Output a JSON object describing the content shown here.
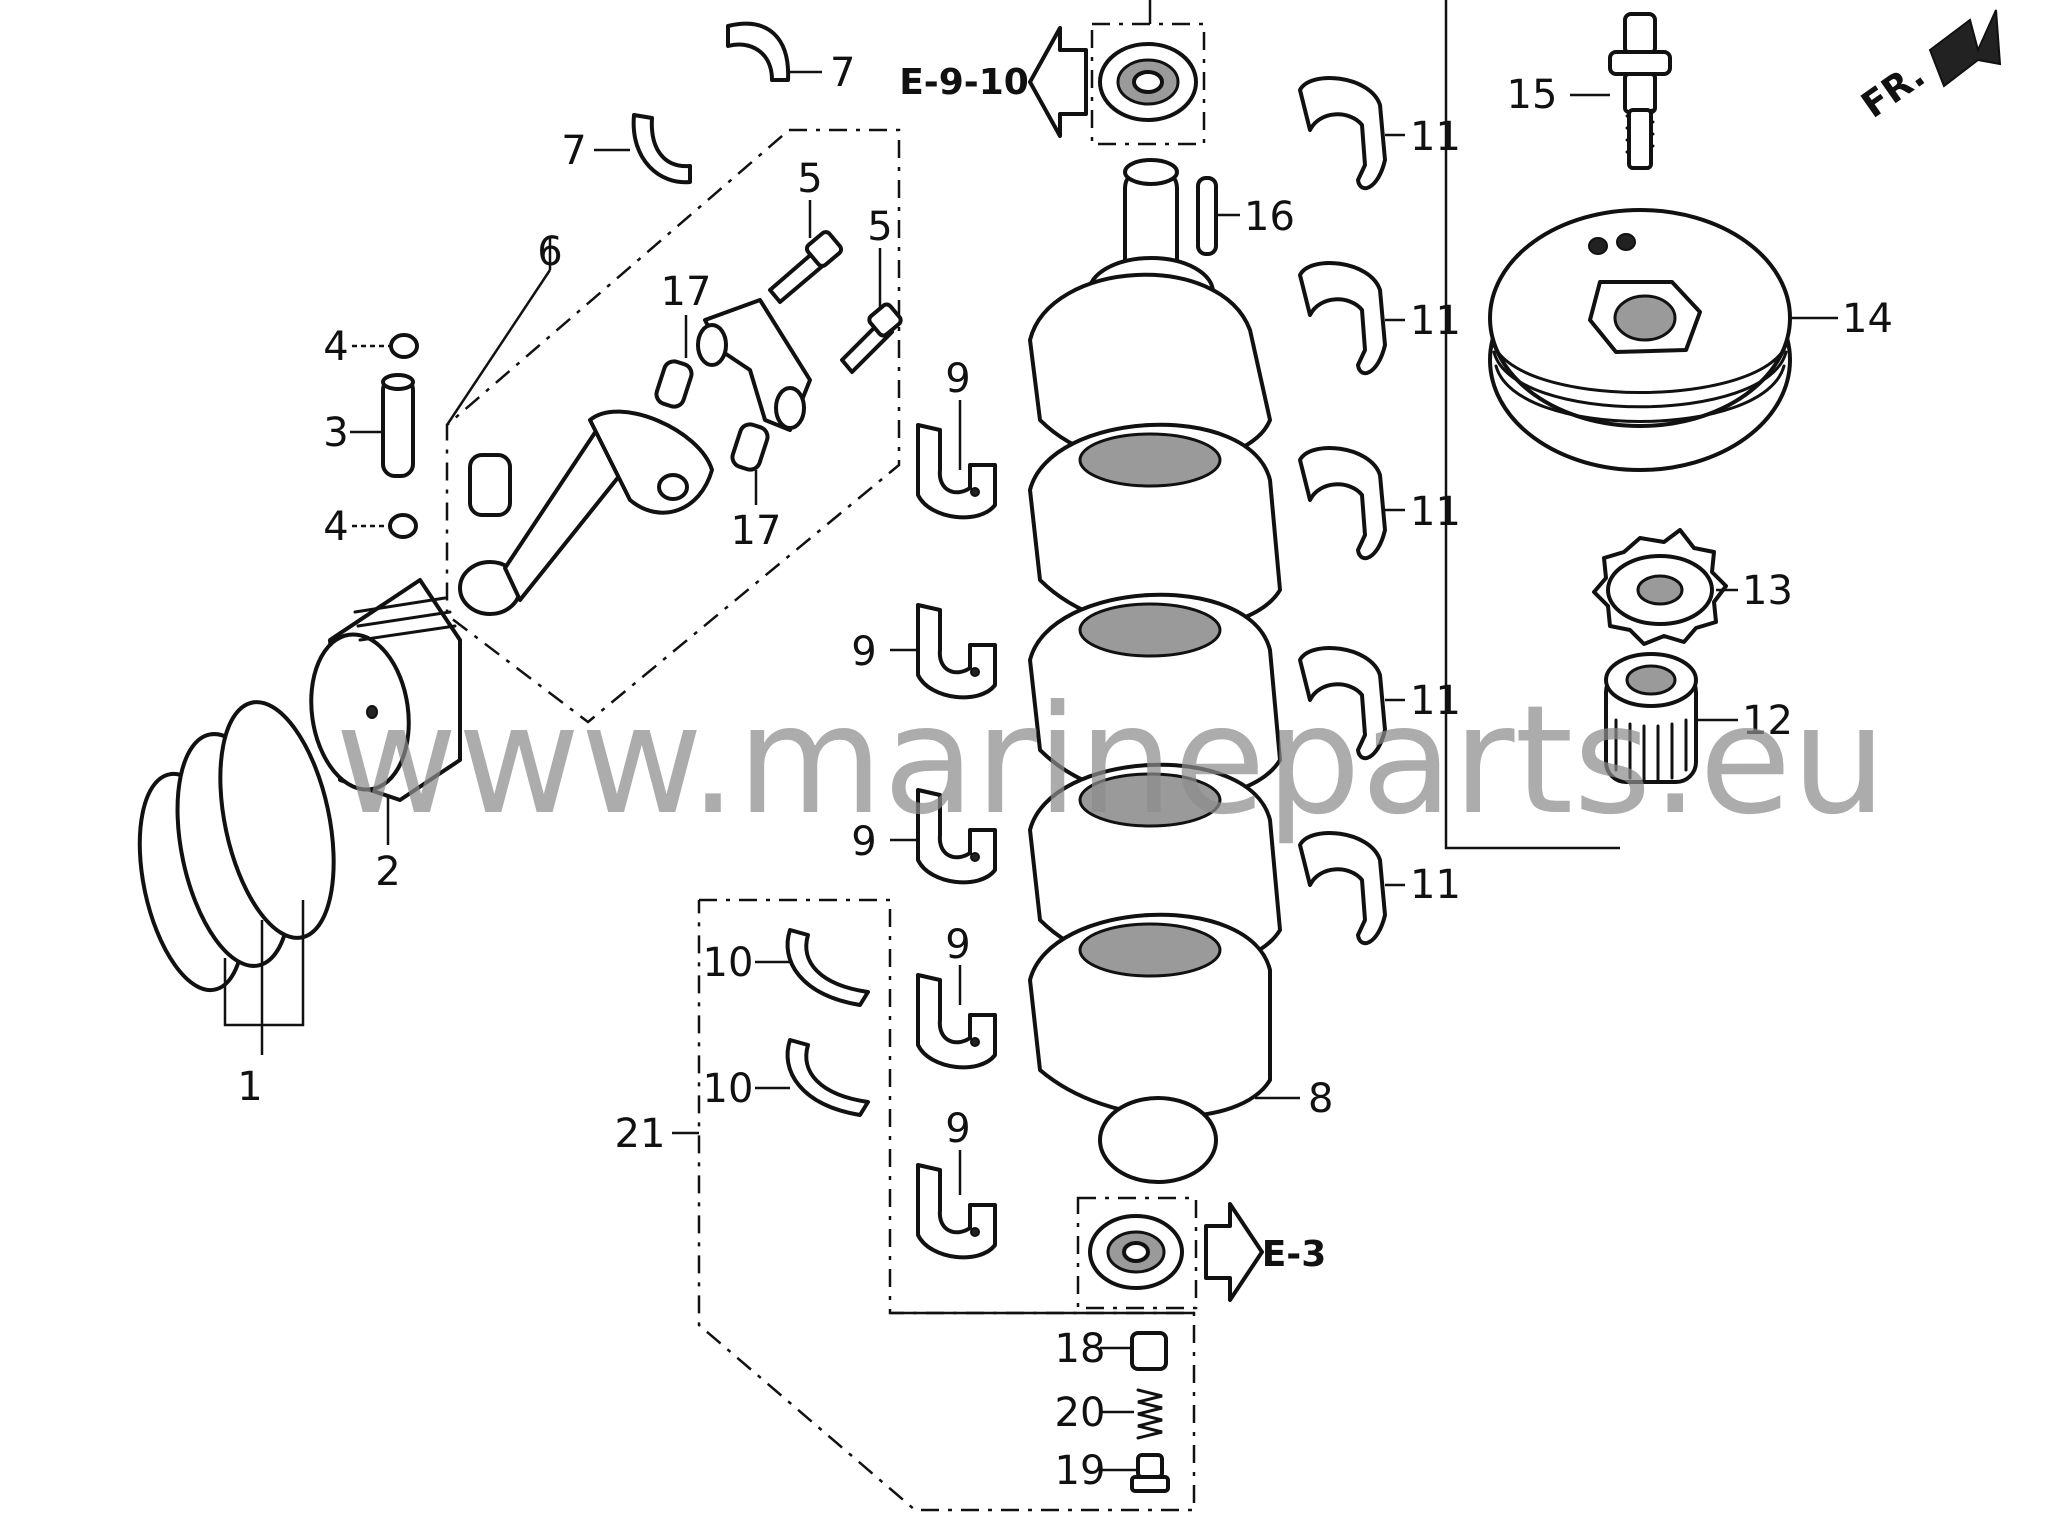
{
  "diagram": {
    "callouts": [
      "1",
      "2",
      "3",
      "4",
      "4",
      "5",
      "5",
      "6",
      "7",
      "7",
      "8",
      "9",
      "9",
      "9",
      "9",
      "9",
      "10",
      "10",
      "11",
      "11",
      "11",
      "11",
      "11",
      "12",
      "13",
      "14",
      "15",
      "16",
      "17",
      "17",
      "18",
      "19",
      "20",
      "21"
    ],
    "references": {
      "upper_seal": "E-9-10",
      "lower_seal": "E-3",
      "front": "FR."
    },
    "watermark": "www.marineparts.eu"
  }
}
